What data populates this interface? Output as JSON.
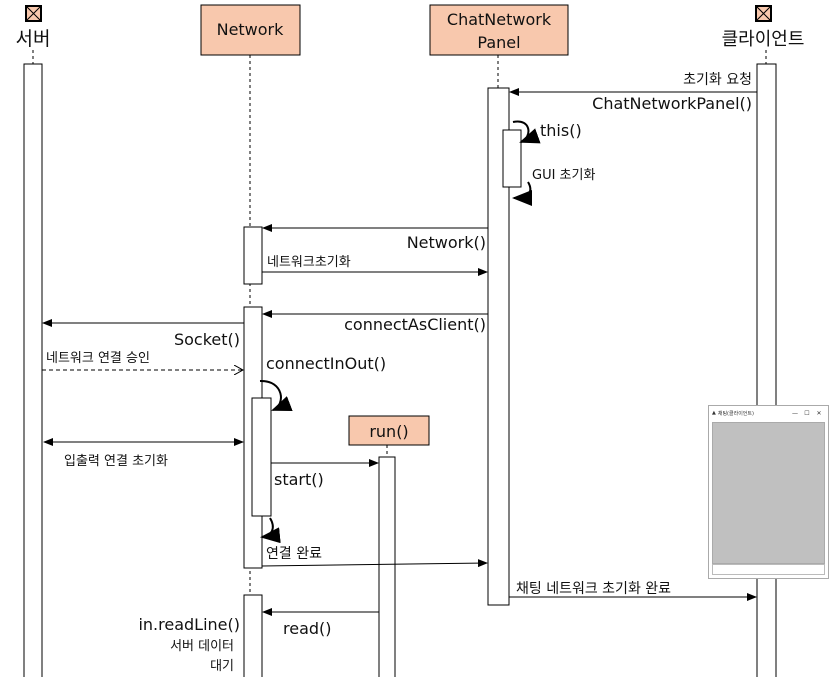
{
  "colors": {
    "participant_fill": "#f8c8ad",
    "line": "#000000"
  },
  "participants": {
    "server": "서버",
    "network": "Network",
    "panel_line1": "ChatNetwork",
    "panel_line2": "Panel",
    "client": "클라이언트",
    "run": "run()"
  },
  "messages": {
    "init_request": "초기화 요청",
    "chat_network_panel": "ChatNetworkPanel()",
    "this": "this()",
    "gui_init": "GUI 초기화",
    "network_ctor": "Network()",
    "network_init": "네트워크초기화",
    "connect_as_client": "connectAsClient()",
    "socket": "Socket()",
    "network_accept": "네트워크 연결 승인",
    "connect_in_out": "connectInOut()",
    "io_init": "입출력 연결 초기화",
    "start": "start()",
    "connected": "연결 완료",
    "chat_init_done": "채팅 네트워크 초기화 완료",
    "read": "read()",
    "read_line": "in.readLine()",
    "wait_line1": "서버 데이터",
    "wait_line2": "대기"
  },
  "window": {
    "title": "채팅(클라이언트)",
    "minimize": "—",
    "maximize": "☐",
    "close": "✕"
  }
}
